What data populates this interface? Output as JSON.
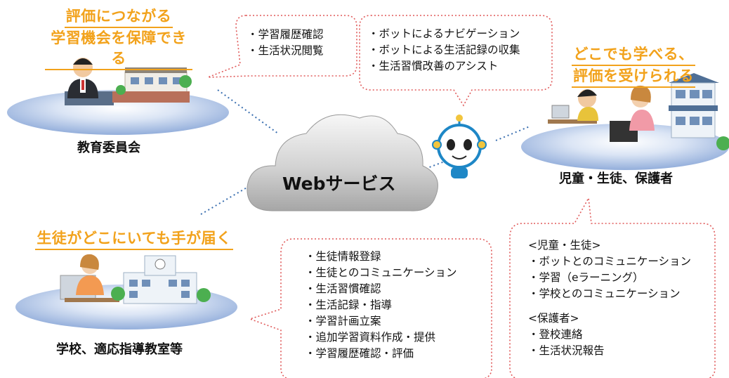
{
  "cloud": {
    "label": "Webサービス"
  },
  "board": {
    "headline": [
      "評価につながる",
      "学習機会を保障できる"
    ],
    "label": "教育委員会",
    "bubble_items": [
      "・学習履歴確認",
      "・生活状況閲覧"
    ]
  },
  "robot": {
    "bubble_items": [
      "・ボットによるナビゲーション",
      "・ボットによる生活記録の収集",
      "・生活習慣改善のアシスト"
    ]
  },
  "students": {
    "headline": [
      "どこでも学べる、",
      "評価を受けられる"
    ],
    "label": "児童・生徒、保護者",
    "bubble_items": [
      "<児童・生徒>",
      "・ボットとのコミュニケーション",
      "・学習（eラーニング）",
      "・学校とのコミュニケーション",
      "",
      "<保護者>",
      "・登校連絡",
      "・生活状況報告"
    ]
  },
  "school": {
    "headline": [
      "生徒がどこにいても手が届く"
    ],
    "label": "学校、適応指導教室等",
    "bubble_items": [
      "・生徒情報登録",
      "・生徒とのコミュニケーション",
      "・生活習慣確認",
      "・生活記録・指導",
      "・学習計画立案",
      "・追加学習資料作成・提供",
      "・学習履歴確認・評価"
    ]
  },
  "colors": {
    "headline": "#f2a21b",
    "bubble_border": "#e05a5a",
    "connector": "#3a6fb0",
    "platform": "#a9bfe3"
  }
}
